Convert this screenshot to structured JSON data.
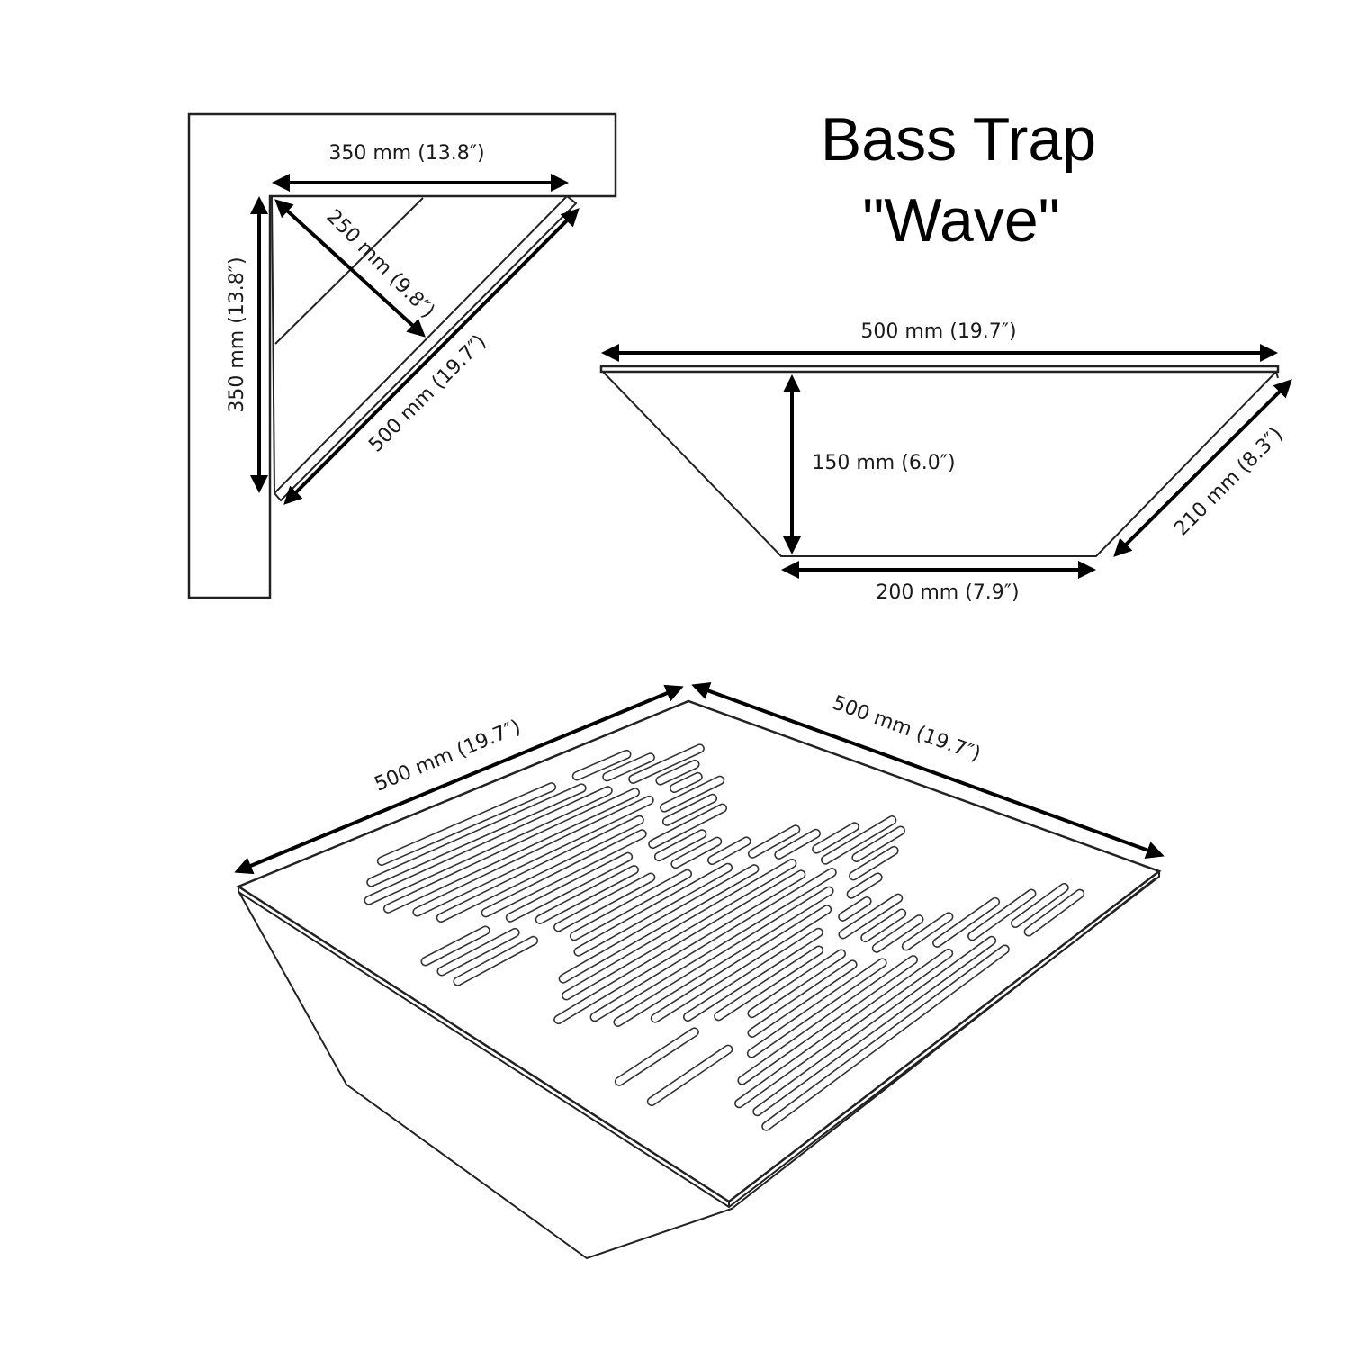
{
  "title": {
    "line1": "Bass Trap",
    "line2": "\"Wave\""
  },
  "top_view": {
    "width_label": "350 mm (13.8″)",
    "height_label": "350 mm (13.8″)",
    "depth_label": "250 mm (9.8″)",
    "diagonal_label": "500 mm (19.7″)"
  },
  "side_view": {
    "top_label": "500 mm (19.7″)",
    "height_label": "150 mm (6.0″)",
    "bottom_label": "200 mm (7.9″)",
    "slant_label": "210 mm (8.3″)"
  },
  "perspective_view": {
    "left_edge_label": "500 mm (19.7″)",
    "right_edge_label": "500 mm (19.7″)"
  },
  "colors": {
    "line": "#222222",
    "background": "#ffffff"
  }
}
